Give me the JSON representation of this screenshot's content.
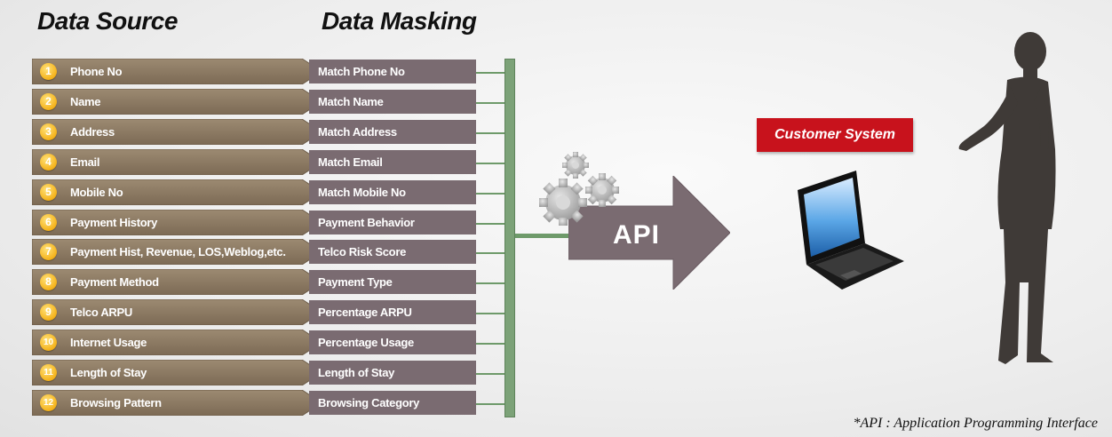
{
  "headings": {
    "data_source": "Data Source",
    "data_masking": "Data Masking"
  },
  "rows": [
    {
      "num": "1",
      "source": "Phone No",
      "mask": "Match Phone No"
    },
    {
      "num": "2",
      "source": "Name",
      "mask": "Match Name"
    },
    {
      "num": "3",
      "source": "Address",
      "mask": "Match Address"
    },
    {
      "num": "4",
      "source": "Email",
      "mask": "Match Email"
    },
    {
      "num": "5",
      "source": "Mobile No",
      "mask": "Match Mobile No"
    },
    {
      "num": "6",
      "source": "Payment History",
      "mask": "Payment Behavior"
    },
    {
      "num": "7",
      "source": "Payment Hist, Revenue, LOS,Weblog,etc.",
      "mask": "Telco Risk Score"
    },
    {
      "num": "8",
      "source": "Payment Method",
      "mask": "Payment Type"
    },
    {
      "num": "9",
      "source": "Telco ARPU",
      "mask": "Percentage ARPU"
    },
    {
      "num": "10",
      "source": "Internet Usage",
      "mask": "Percentage Usage"
    },
    {
      "num": "11",
      "source": "Length of Stay",
      "mask": "Length of Stay"
    },
    {
      "num": "12",
      "source": "Browsing Pattern",
      "mask": "Browsing Category"
    }
  ],
  "api_label": "API",
  "customer_system": "Customer System",
  "footnote": "*API : Application Programming Interface",
  "colors": {
    "source_arrow": "#8c7a64",
    "mask_box": "#7a6b71",
    "bus": "#7ca278",
    "api_arrow": "#7a6b71",
    "badge": "#c8121c",
    "number_badge": "#f5b21a"
  },
  "icons": [
    "gears-icon",
    "laptop-icon",
    "person-silhouette-icon"
  ]
}
